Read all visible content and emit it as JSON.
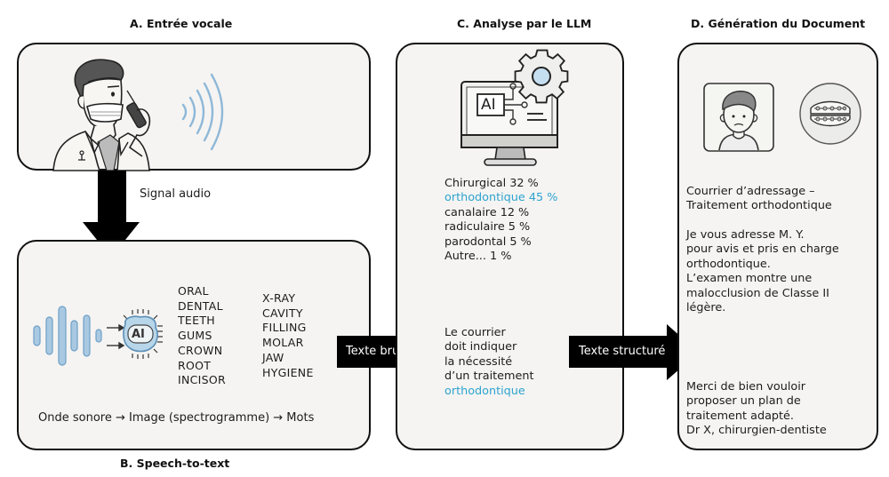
{
  "sections": {
    "a": {
      "title": "A. Entrée vocale"
    },
    "b": {
      "title": "B. Speech-to-text"
    },
    "c": {
      "title": "C. Analyse par le LLM"
    },
    "d": {
      "title": "D. Génération du Document"
    }
  },
  "flow": {
    "signal_label": "Signal audio",
    "raw_text_label": "Texte brut",
    "structured_text_label": "Texte structuré"
  },
  "speech_to_text": {
    "ai_chip_label": "AI",
    "words_col1": [
      "ORAL",
      "DENTAL",
      "TEETH",
      "GUMS",
      "CROWN",
      "ROOT",
      "INCISOR"
    ],
    "words_col2": [
      "X-RAY",
      "CAVITY",
      "FILLING",
      "MOLAR",
      "JAW",
      "HYGIENE"
    ],
    "pipeline_caption": "Onde sonore → Image (spectrogramme) → Mots"
  },
  "llm_analysis": {
    "screen_label": "AI",
    "classification": [
      {
        "label": "Chirurgical 32 %",
        "highlight": false
      },
      {
        "label": "orthodontique 45 %",
        "highlight": true
      },
      {
        "label": "canalaire 12 %",
        "highlight": false
      },
      {
        "label": "radiculaire 5 %",
        "highlight": false
      },
      {
        "label": "parodontal 5 %",
        "highlight": false
      },
      {
        "label": "Autre... 1 %",
        "highlight": false
      }
    ],
    "conclusion_lines": [
      "Le courrier",
      "doit indiquer",
      "la nécessité",
      "d’un traitement"
    ],
    "conclusion_highlight": "orthodontique"
  },
  "document": {
    "subject_lines": [
      "Courrier d’adressage –",
      "Traitement orthodontique"
    ],
    "body_lines": [
      "Je vous adresse M. Y.",
      "pour avis et pris en charge",
      "orthodontique.",
      "L’examen montre une",
      "malocclusion de Classe II",
      "légère."
    ],
    "closing_lines": [
      "Merci de bien vouloir",
      "proposer un plan de",
      "traitement adapté.",
      "Dr X, chirurgien-dentiste"
    ]
  },
  "colors": {
    "accent_blue": "#2ea3cf",
    "wave_blue": "#8fb8d8",
    "box_fill": "#f5f4f2",
    "arrow": "#000000"
  }
}
